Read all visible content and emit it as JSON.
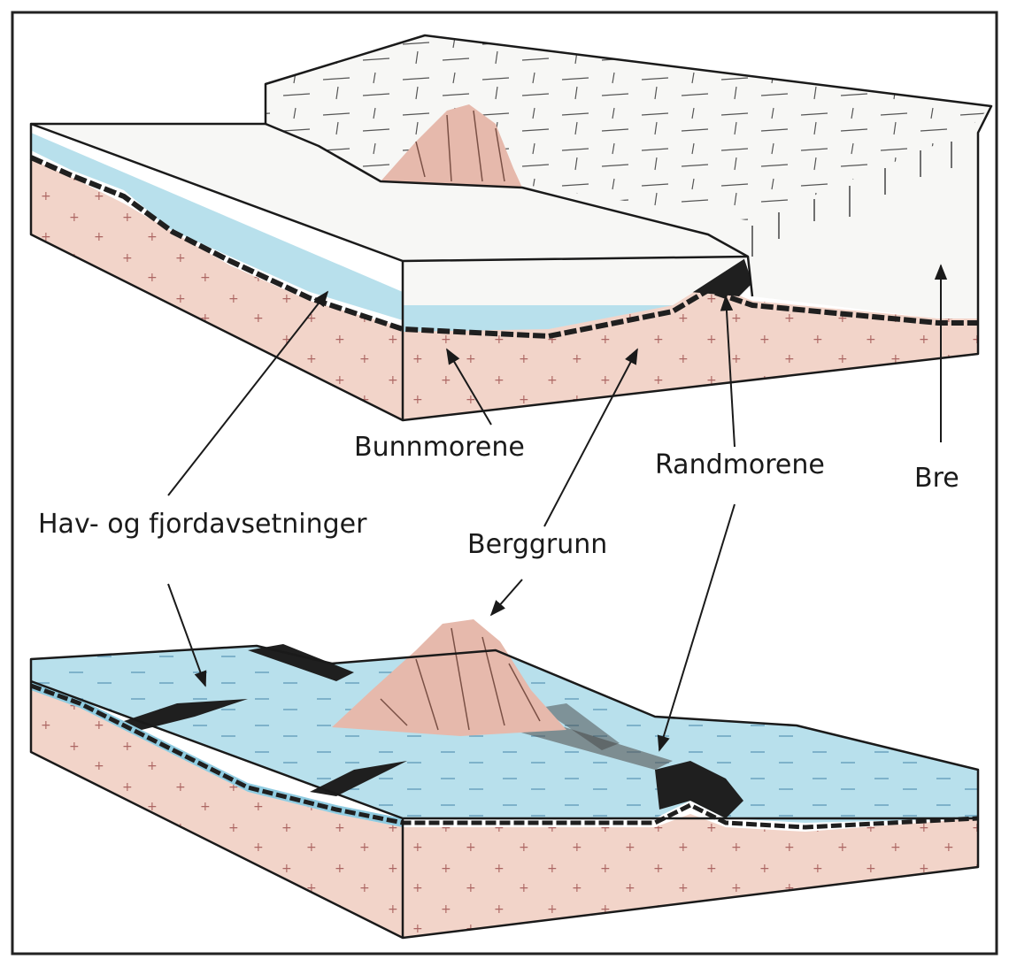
{
  "labels": {
    "bunnmorene": "Bunnmorene",
    "randmorene": "Randmorene",
    "bre": "Bre",
    "hav_fjord": "Hav- og fjordavsetninger",
    "berggrunn": "Berggrunn"
  },
  "colors": {
    "bedrock": "#f2d4c9",
    "sediment": "#b8e0ec",
    "sediment_dark": "#8fcbe0",
    "ice": "#f7f7f5",
    "moraine": "#1f1f1f",
    "frame": "#222222"
  }
}
